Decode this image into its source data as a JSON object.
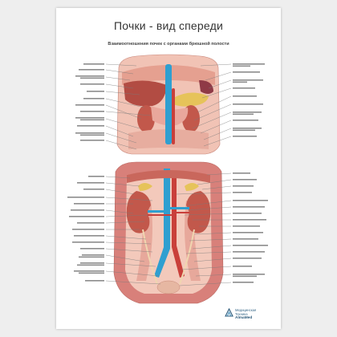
{
  "poster": {
    "title": "Почки - вид спереди",
    "subtitle": "Взаимоотношения почек с органами брюшной полости"
  },
  "publisher": {
    "line1": "Медицинская",
    "line2": "Техника",
    "brand": "AlmaMed",
    "logo_text": "AM"
  },
  "colors": {
    "tissue": "#e9a79c",
    "tissue_dark": "#c9675c",
    "kidney": "#c2584b",
    "liver": "#b24c43",
    "vein_blue": "#2f9fd0",
    "artery_red": "#c93f3a",
    "pancreas": "#e6c35a",
    "spleen": "#8f3a46",
    "muscle": "#d8807a",
    "skin": "#f4cfc1",
    "label_line": "#7a7a7a"
  }
}
